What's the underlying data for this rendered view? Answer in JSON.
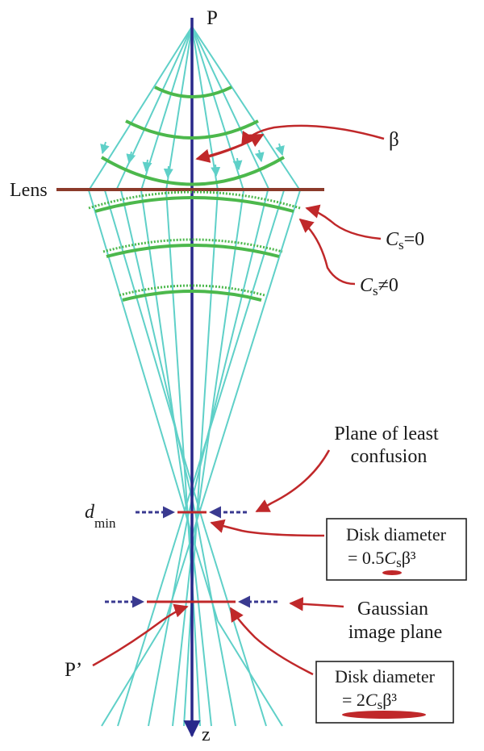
{
  "labels": {
    "point_object": "P",
    "beta": "β",
    "lens": "Lens",
    "cs_zero_symbol": "C",
    "cs_zero_sub": "s",
    "cs_zero_rest": "=0",
    "cs_nonzero_symbol": "C",
    "cs_nonzero_sub": "s",
    "cs_nonzero_rest": "≠0",
    "plane_least_confusion_line1": "Plane of least",
    "plane_least_confusion_line2": "confusion",
    "dmin_d": "d",
    "dmin_sub": "min",
    "box1_line1": "Disk diameter",
    "box1_prefix": "= 0.5",
    "box1_symbol": "C",
    "box1_sub": "s",
    "box1_suffix": "β³",
    "gaussian_line1": "Gaussian",
    "gaussian_line2": "image plane",
    "point_image": "P’",
    "box2_line1": "Disk diameter",
    "box2_prefix": "= 2",
    "box2_symbol": "C",
    "box2_sub": "s",
    "box2_suffix": "β³",
    "axis": "z"
  },
  "colors": {
    "rays": "#5fd0c8",
    "axis": "#28288a",
    "wavefronts": "#4cb84c",
    "lens": "#8b3a2a",
    "callout_arrows": "#c0282a",
    "marker_arrows": "#3a3a90",
    "disk": "#c0282a"
  },
  "icons": {
    "callout": "curved-arrow-icon",
    "marker": "dashed-arrow-icon",
    "disk": "disk-ellipse-icon"
  }
}
